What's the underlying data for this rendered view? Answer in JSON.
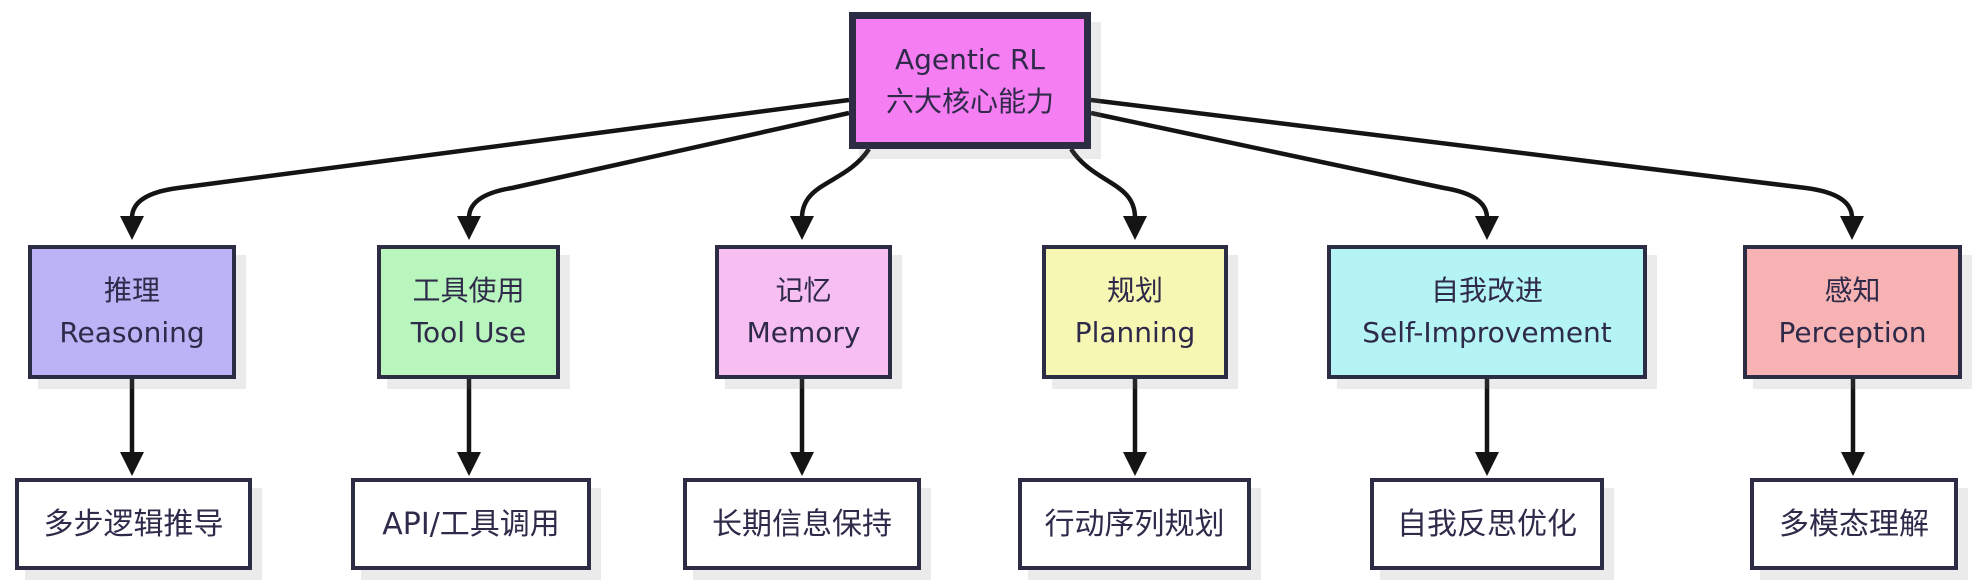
{
  "diagram": {
    "root": {
      "title_line1": "Agentic RL",
      "title_line2": "六大核心能力",
      "fill": "#f57ef2"
    },
    "branches": [
      {
        "cjk": "推理",
        "en": "Reasoning",
        "fill": "#bab3f5",
        "leaf": "多步逻辑推导"
      },
      {
        "cjk": "工具使用",
        "en": "Tool Use",
        "fill": "#b9f6bd",
        "leaf": "API/工具调用"
      },
      {
        "cjk": "记忆",
        "en": "Memory",
        "fill": "#f7bef2",
        "leaf": "长期信息保持"
      },
      {
        "cjk": "规划",
        "en": "Planning",
        "fill": "#f7f7b4",
        "leaf": "行动序列规划"
      },
      {
        "cjk": "自我改进",
        "en": "Self-Improvement",
        "fill": "#b5f4f4",
        "leaf": "自我反思优化"
      },
      {
        "cjk": "感知",
        "en": "Perception",
        "fill": "#f7b3b3",
        "leaf": "多模态理解"
      }
    ],
    "leaf_fill": "#ffffff",
    "colors": {
      "border": "#2c2c44",
      "text": "#2f2a4a",
      "edge": "#141414"
    }
  }
}
